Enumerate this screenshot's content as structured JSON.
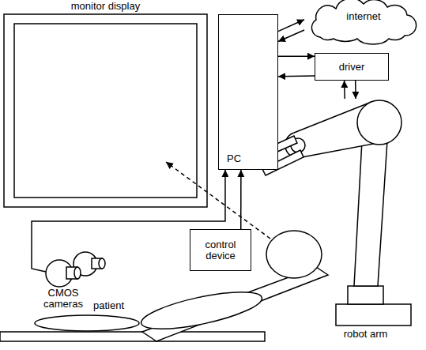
{
  "diagram": {
    "nodes": [
      {
        "text": [
          "monitor display"
        ]
      },
      {
        "text": [
          "PC"
        ]
      },
      {
        "text": [
          "internet"
        ]
      },
      {
        "text": [
          "driver"
        ]
      },
      {
        "text": [
          "control device"
        ]
      },
      {
        "text": [
          "CMOS cameras"
        ]
      },
      {
        "text": [
          "robot arm"
        ]
      }
    ],
    "edges": [
      {
        "from": 1,
        "to": 2,
        "arrow": "to"
      },
      {
        "from": 2,
        "to": 1,
        "arrow": "to"
      },
      {
        "from": 1,
        "to": 3,
        "arrow": "to"
      },
      {
        "from": 3,
        "to": 1,
        "arrow": "to"
      },
      {
        "from": 3,
        "to": 6,
        "arrow": "to"
      },
      {
        "from": 6,
        "to": 3,
        "arrow": "to"
      },
      {
        "from": 4,
        "to": 1,
        "arrow": "to"
      },
      {
        "from": 5,
        "to": 1,
        "arrow": "to"
      }
    ],
    "labels": [
      "patient"
    ]
  }
}
